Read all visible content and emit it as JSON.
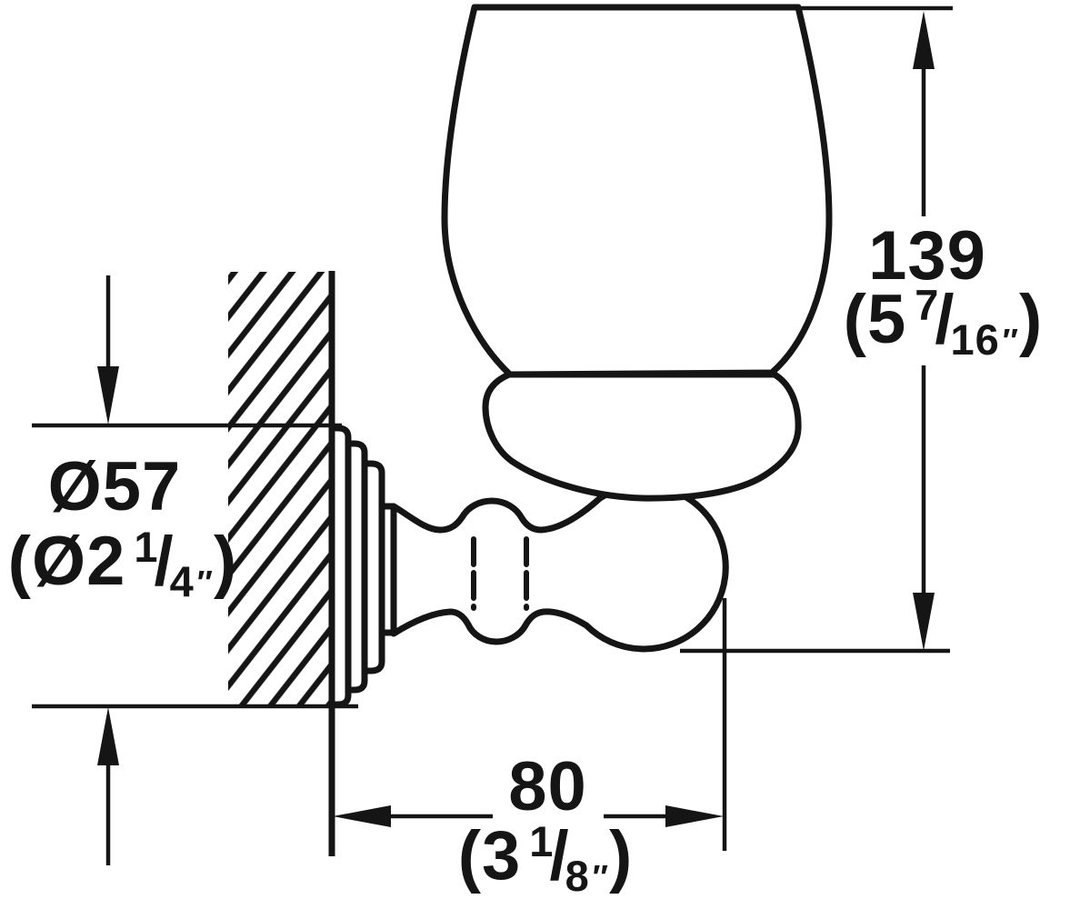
{
  "page": {
    "background": "#ffffff",
    "ink": "#151515",
    "description": "Technical dimension drawing of a wall-mounted glass tumbler holder (side view, wall section hatched)"
  },
  "dimensions": {
    "height": {
      "metric": "139",
      "inch_open": "(5",
      "frac_num": "7",
      "frac_slash": "/",
      "frac_den": "16",
      "inch_mark": "″",
      "inch_close": ")"
    },
    "diameter": {
      "metric": "Ø57",
      "inch_open": "(Ø2",
      "frac_num": "1",
      "frac_slash": "/",
      "frac_den": "4",
      "inch_mark": "″",
      "inch_close": ")"
    },
    "depth": {
      "metric": "80",
      "inch_open": "(3",
      "frac_num": "1",
      "frac_slash": "/",
      "frac_den": "8",
      "inch_mark": "″",
      "inch_close": ")"
    }
  }
}
